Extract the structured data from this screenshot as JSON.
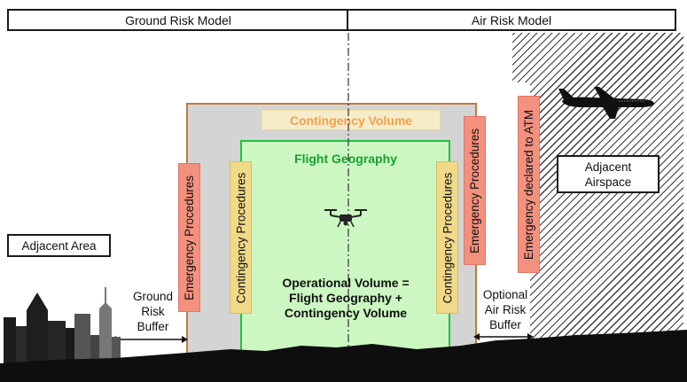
{
  "header": {
    "ground_risk_model": "Ground Risk Model",
    "air_risk_model": "Air Risk Model"
  },
  "labels": {
    "contingency_volume": "Contingency Volume",
    "flight_geography": "Flight Geography",
    "emergency_procedures": "Emergency Procedures",
    "contingency_procedures": "Contingency Procedures",
    "emergency_declared_to_atm": "Emergency declared to ATM",
    "adjacent_airspace_line1": "Adjacent",
    "adjacent_airspace_line2": "Airspace",
    "adjacent_area": "Adjacent Area",
    "ground_risk_buffer_line1": "Ground",
    "ground_risk_buffer_line2": "Risk",
    "ground_risk_buffer_line3": "Buffer",
    "air_risk_buffer_line1": "Optional",
    "air_risk_buffer_line2": "Air Risk",
    "air_risk_buffer_line3": "Buffer",
    "operational_volume_line1": "Operational Volume =",
    "operational_volume_line2": "Flight Geography +",
    "operational_volume_line3": "Contingency Volume"
  },
  "icons": [
    "drone-icon",
    "airplane-icon",
    "city-skyline-icon"
  ],
  "colors": {
    "contingency_region": "#d4d4d4",
    "contingency_border": "#c07a3e",
    "contingency_label_bg": "#f6ecc9",
    "contingency_label_text": "#f2a04e",
    "flight_geography_fill": "#ccf7c2",
    "flight_geography_border": "#22c041",
    "flight_geography_text": "#17a12f",
    "emergency": "#f3907e",
    "contingency_procedures": "#f0d989",
    "ground": "#0e0e0e"
  }
}
